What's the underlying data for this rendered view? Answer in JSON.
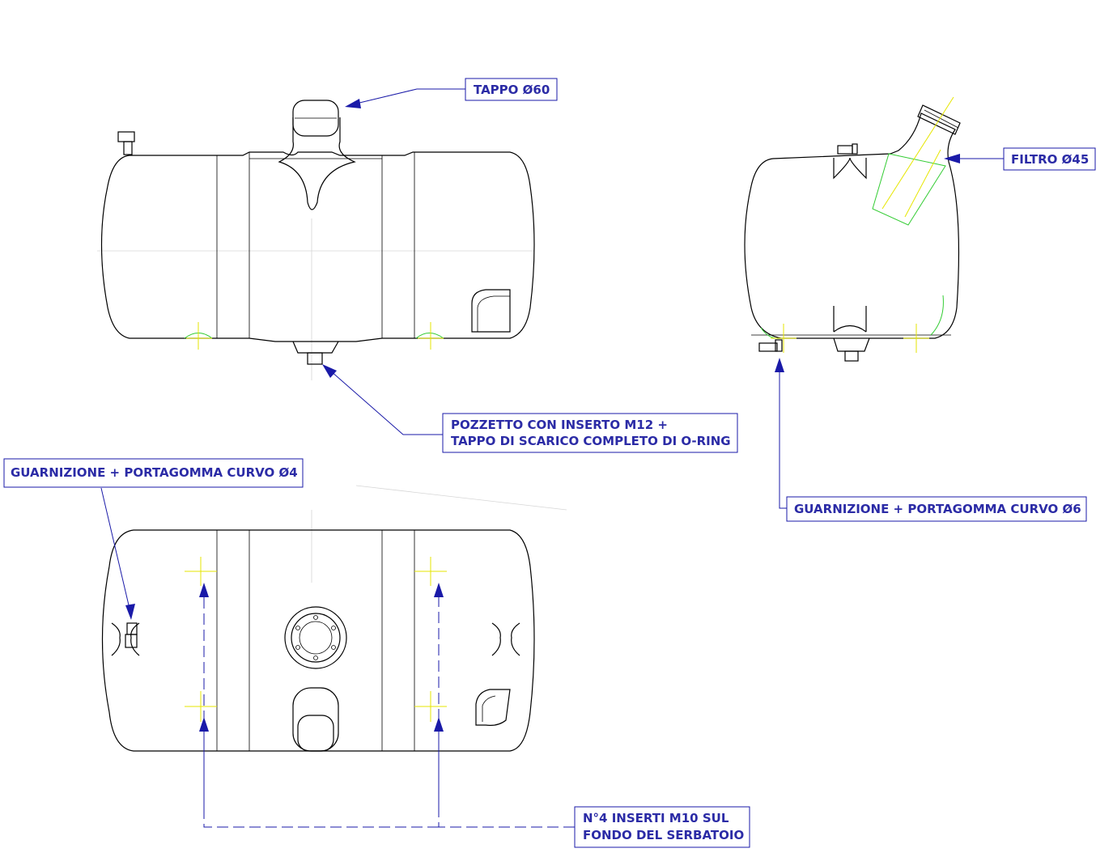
{
  "callouts": {
    "tappo": {
      "lines": [
        "TAPPO Ø60"
      ]
    },
    "filtro": {
      "lines": [
        "FILTRO Ø45"
      ]
    },
    "pozzetto": {
      "lines": [
        "POZZETTO CON INSERTO M12 +",
        "TAPPO DI SCARICO COMPLETO DI O-RING"
      ]
    },
    "guarnizione4": {
      "lines": [
        "GUARNIZIONE + PORTAGOMMA CURVO Ø4"
      ]
    },
    "guarnizione6": {
      "lines": [
        "GUARNIZIONE + PORTAGOMMA CURVO Ø6"
      ]
    },
    "inserti": {
      "lines": [
        "N°4 INSERTI M10 SUL",
        "FONDO DEL SERBATOIO"
      ]
    }
  },
  "colors": {
    "outline": "#000000",
    "callout": "#1a1aa8",
    "callout_text": "#2b2ba6",
    "center_marks": "#e6e600",
    "hidden_lines": "#33cc33"
  }
}
